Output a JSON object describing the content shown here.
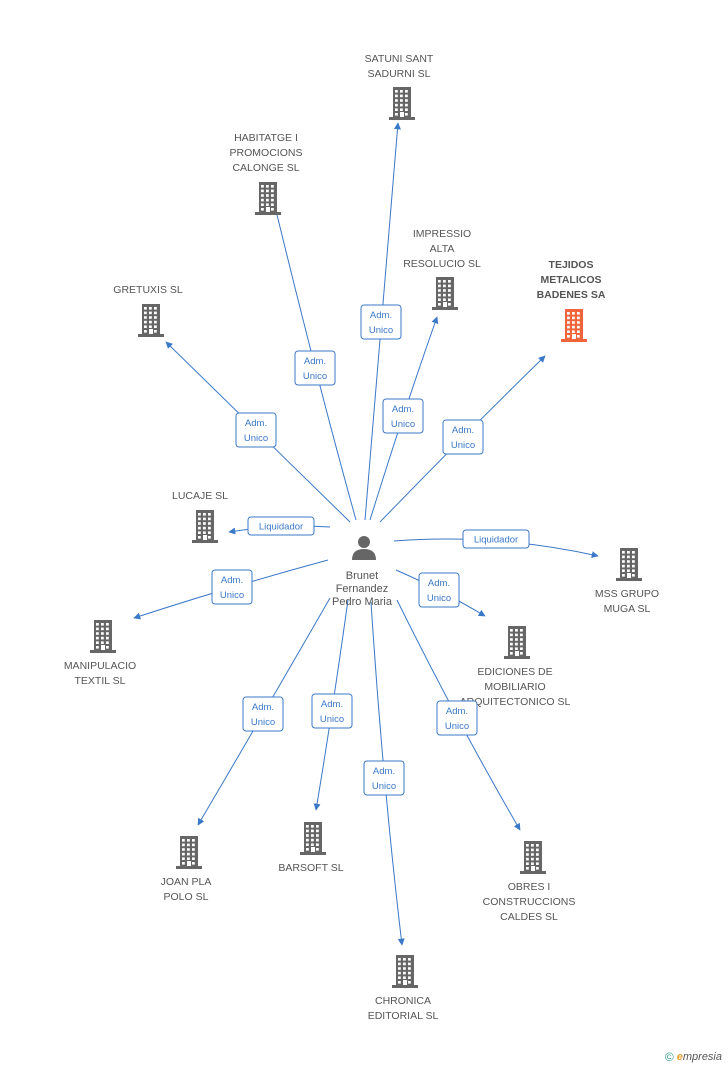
{
  "person": {
    "lines": [
      "Brunet",
      "Fernandez",
      "Pedro Maria"
    ]
  },
  "colors": {
    "edge": "#3a78c8",
    "building": "#666666",
    "building_highlight": "#f0643c",
    "label": "#555555"
  },
  "companies": [
    {
      "id": "satuni",
      "lines": [
        "SATUNI SANT",
        "SADURNI SL"
      ],
      "highlight": false
    },
    {
      "id": "habitatge",
      "lines": [
        "HABITATGE I",
        "PROMOCIONS",
        "CALONGE SL"
      ],
      "highlight": false
    },
    {
      "id": "impressio",
      "lines": [
        "IMPRESSIO",
        "ALTA",
        "RESOLUCIO SL"
      ],
      "highlight": false
    },
    {
      "id": "tejidos",
      "lines": [
        "TEJIDOS",
        "METALICOS",
        "BADENES SA"
      ],
      "highlight": true
    },
    {
      "id": "gretuxis",
      "lines": [
        "GRETUXIS SL"
      ],
      "highlight": false
    },
    {
      "id": "lucaje",
      "lines": [
        "LUCAJE SL"
      ],
      "highlight": false
    },
    {
      "id": "mss",
      "lines": [
        "MSS GRUPO",
        "MUGA SL"
      ],
      "highlight": false
    },
    {
      "id": "manipulacio",
      "lines": [
        "MANIPULACIO",
        "TEXTIL SL"
      ],
      "highlight": false
    },
    {
      "id": "ediciones",
      "lines": [
        "EDICIONES DE",
        "MOBILIARIO",
        "ARQUITECTONICO SL"
      ],
      "highlight": false
    },
    {
      "id": "joanpla",
      "lines": [
        "JOAN PLA",
        "POLO SL"
      ],
      "highlight": false
    },
    {
      "id": "barsoft",
      "lines": [
        "BARSOFT SL"
      ],
      "highlight": false
    },
    {
      "id": "obres",
      "lines": [
        "OBRES I",
        "CONSTRUCCIONS",
        "CALDES  SL"
      ],
      "highlight": false
    },
    {
      "id": "chronica",
      "lines": [
        "CHRONICA",
        "EDITORIAL SL"
      ],
      "highlight": false
    }
  ],
  "relations": [
    {
      "target": "satuni",
      "lines": [
        "Adm.",
        "Unico"
      ]
    },
    {
      "target": "habitatge",
      "lines": [
        "Adm.",
        "Unico"
      ]
    },
    {
      "target": "impressio",
      "lines": [
        "Adm.",
        "Unico"
      ]
    },
    {
      "target": "tejidos",
      "lines": [
        "Adm.",
        "Unico"
      ]
    },
    {
      "target": "gretuxis",
      "lines": [
        "Adm.",
        "Unico"
      ]
    },
    {
      "target": "lucaje",
      "lines": [
        "Liquidador"
      ]
    },
    {
      "target": "mss",
      "lines": [
        "Liquidador"
      ]
    },
    {
      "target": "manipulacio",
      "lines": [
        "Adm.",
        "Unico"
      ]
    },
    {
      "target": "ediciones",
      "lines": [
        "Adm.",
        "Unico"
      ]
    },
    {
      "target": "joanpla",
      "lines": [
        "Adm.",
        "Unico"
      ]
    },
    {
      "target": "barsoft",
      "lines": [
        "Adm.",
        "Unico"
      ]
    },
    {
      "target": "obres",
      "lines": [
        "Adm.",
        "Unico"
      ]
    },
    {
      "target": "chronica",
      "lines": [
        "Adm.",
        "Unico"
      ]
    }
  ],
  "footer": {
    "copyright": "©",
    "brand_initial": "e",
    "brand_rest": "mpresia"
  }
}
